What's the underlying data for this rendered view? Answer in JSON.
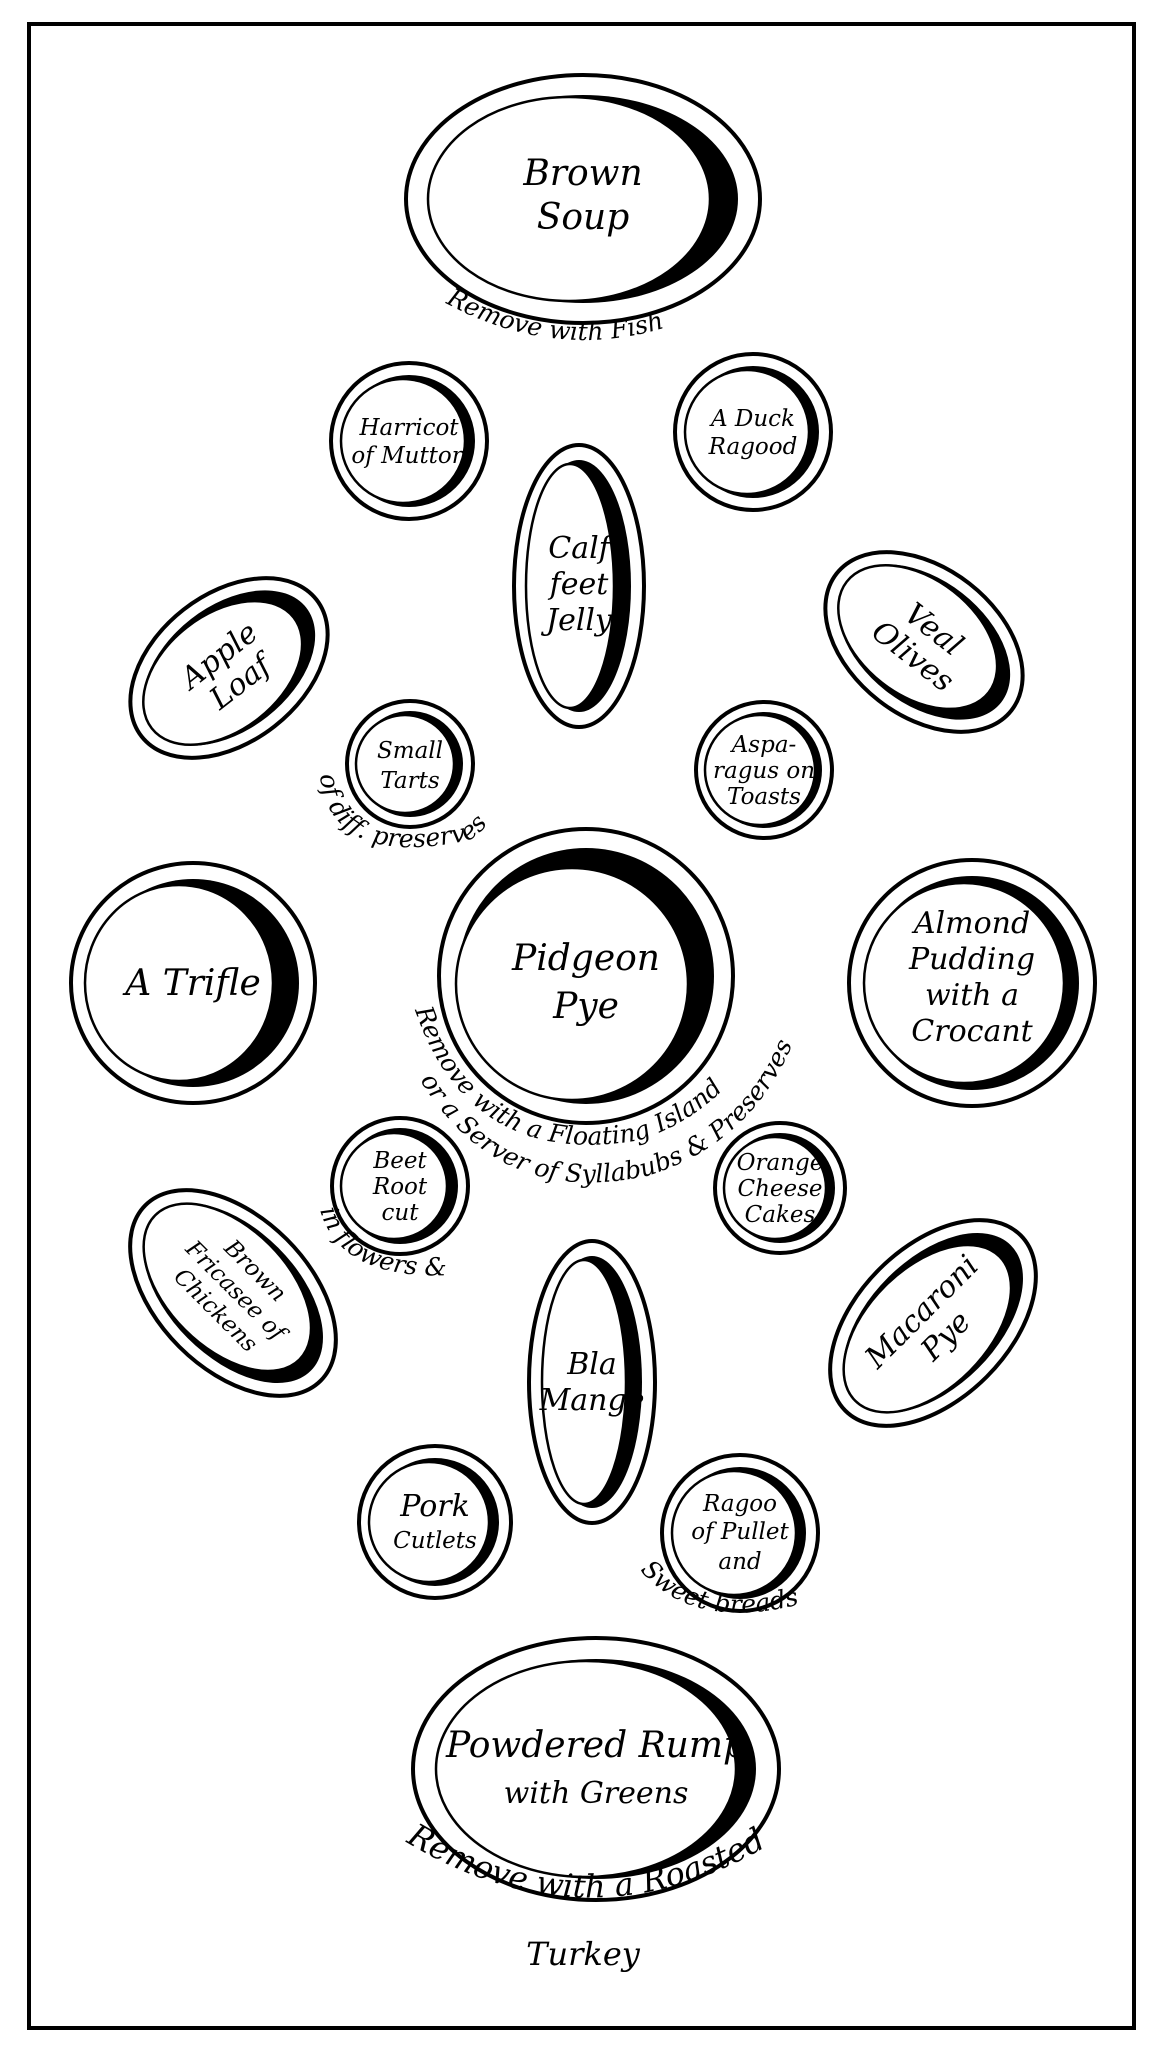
{
  "dishes": {
    "brown_soup": [
      "Brown",
      "Soup"
    ],
    "harricot": [
      "Harricot",
      "of Mutton"
    ],
    "duck": [
      "A Duck",
      "Ragood"
    ],
    "calf": [
      "Calf",
      "feet",
      "Jelly"
    ],
    "apple": [
      "Apple",
      "Loaf"
    ],
    "veal": [
      "Veal",
      "Olives"
    ],
    "tarts": [
      "Small",
      "Tarts"
    ],
    "asparagus": [
      "Aspa-",
      "ragus on",
      "Toasts"
    ],
    "trifle": [
      "A Trifle"
    ],
    "pidgeon": [
      "Pidgeon",
      "Pye"
    ],
    "almond": [
      "Almond",
      "Pudding",
      "with a",
      "Crocant"
    ],
    "beet": [
      "Beet",
      "Root",
      "cut"
    ],
    "orange": [
      "Orange",
      "Cheese",
      "Cakes"
    ],
    "fricasee": [
      "Brown",
      "Fricasee of",
      "Chickens"
    ],
    "blamange": [
      "Bla",
      "Mange"
    ],
    "macaroni": [
      "Macaroni",
      "Pye"
    ],
    "pork": [
      "Pork",
      "Cutlets"
    ],
    "ragoo": [
      "Ragoo",
      "of Pullet",
      "and"
    ],
    "rump": [
      "Powdered Rump",
      "with Greens"
    ]
  },
  "notes": {
    "soup_remove": "Remove with Fish",
    "tarts_note": "of diff. preserves",
    "pye_remove_1": "Remove with a Floating Island",
    "pye_remove_2": "or a Server of Syllabubs & Preserves",
    "beet_note": "in flowers &c",
    "ragoo_note": "Sweet breads",
    "rump_remove_1": "Remove with a Roasted",
    "rump_remove_2": "Turkey"
  }
}
